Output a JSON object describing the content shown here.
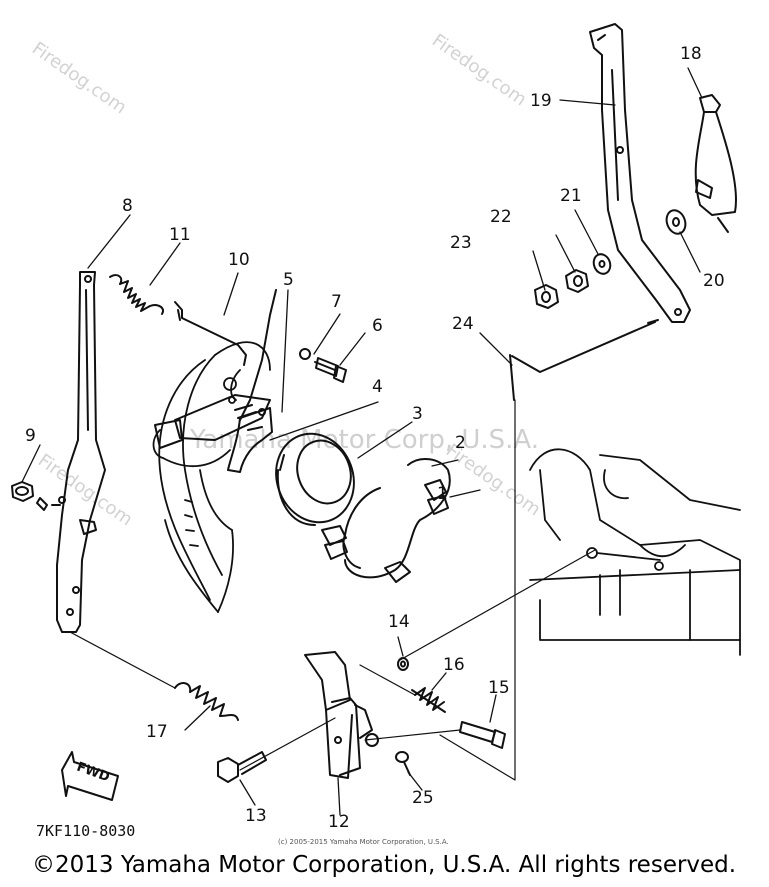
{
  "watermarks": [
    "Firedog.com",
    "Firedog.com",
    "Firedog.com",
    "Firedog.com"
  ],
  "center_watermark": "Yamaha Motor Corp, U.S.A.",
  "part_labels": [
    "1",
    "2",
    "3",
    "4",
    "5",
    "6",
    "7",
    "8",
    "9",
    "10",
    "11",
    "12",
    "13",
    "14",
    "15",
    "16",
    "17",
    "18",
    "19",
    "20",
    "21",
    "22",
    "23",
    "24",
    "25"
  ],
  "fwd_label": "FWD",
  "diagram_code": "7KF110-8030",
  "small_copyright": "(c) 2005-2015 Yamaha Motor Corporation, U.S.A.",
  "footer_copyright": "©2013 Yamaha Motor Corporation, U.S.A. All rights reserved."
}
